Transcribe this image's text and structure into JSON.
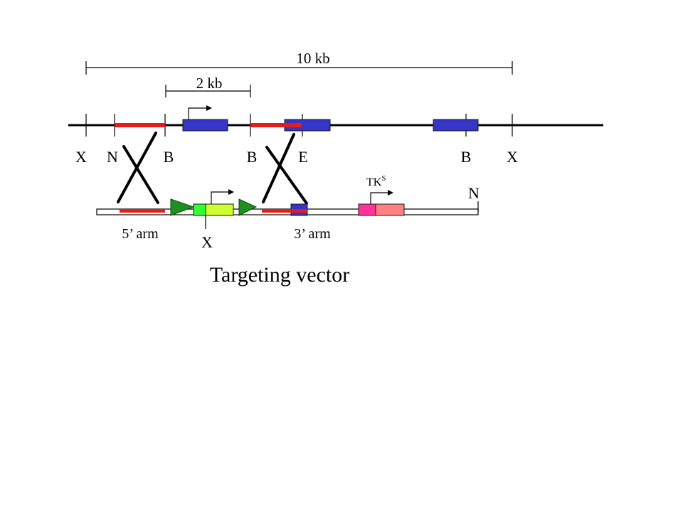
{
  "scale_bars": {
    "large": "10 kb",
    "small": "2 kb"
  },
  "genomic_locus": {
    "sites": [
      "X",
      "N",
      "B",
      "B",
      "E",
      "B",
      "X"
    ]
  },
  "targeting_vector": {
    "end_site": "N",
    "neo_site": "X",
    "tk_label": "TK",
    "tk_superscript": "S",
    "arm5_label": "5’ arm",
    "arm3_label": "3’ arm"
  },
  "caption": "Targeting vector",
  "colors": {
    "homology_arm": "#e31c1c",
    "exon": "#3535c8",
    "loxp": "#1f8f1f",
    "neo_promoter": "#33ff33",
    "neo_gene": "#ccff33",
    "tk_promoter": "#ff3399",
    "tk_gene": "#ff8080",
    "line": "#000000"
  }
}
